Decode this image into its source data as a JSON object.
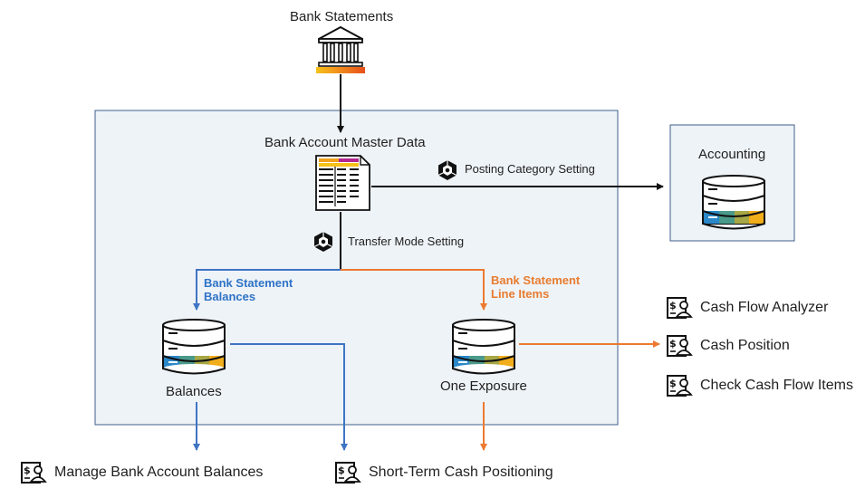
{
  "top_source": {
    "label": "Bank Statements",
    "icon": "bank-building-icon"
  },
  "main_box": {
    "master_data_label": "Bank Account Master Data",
    "posting_setting_label": "Posting Category Setting",
    "transfer_setting_label": "Transfer Mode Setting",
    "branch_left_label_1": "Bank Statement",
    "branch_left_label_2": "Balances",
    "branch_right_label_1": "Bank Statement",
    "branch_right_label_2": "Line Items",
    "db_left_label": "Balances",
    "db_right_label": "One Exposure"
  },
  "accounting_box": {
    "label": "Accounting"
  },
  "apps_right": [
    {
      "label": "Cash Flow Analyzer"
    },
    {
      "label": "Cash Position"
    },
    {
      "label": "Check Cash Flow Items"
    }
  ],
  "apps_bottom": [
    {
      "label": "Manage Bank Account Balances"
    },
    {
      "label": "Short-Term Cash Positioning"
    }
  ],
  "colors": {
    "box_fill": "#eef3f8",
    "box_border": "#3d5f8a",
    "blue_flow": "#3f74c4",
    "orange_flow": "#ec7a31",
    "black_flow": "#111111",
    "db_blue": "#2a87c8",
    "db_teal": "#4a9a8a",
    "db_olive": "#a7a845",
    "db_yellow": "#f2ad1a"
  }
}
